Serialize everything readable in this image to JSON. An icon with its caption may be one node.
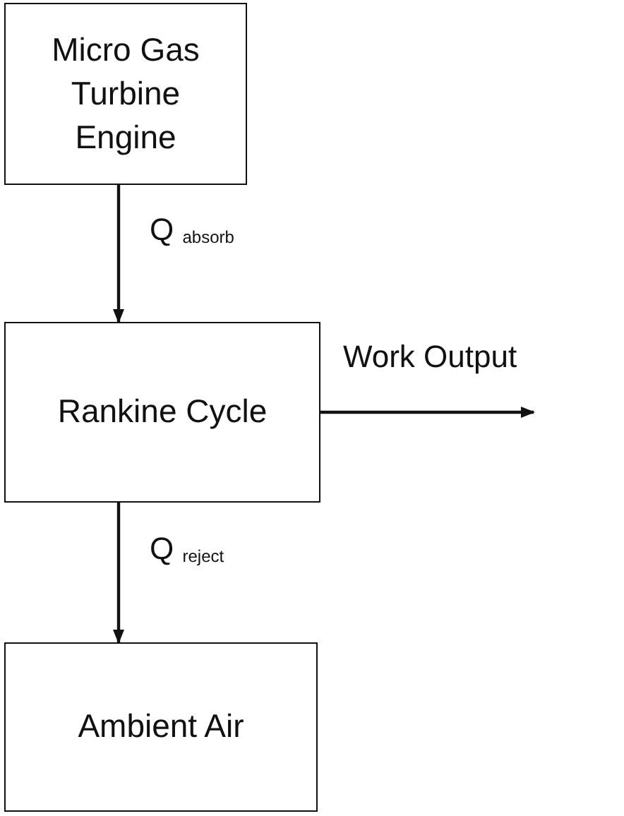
{
  "diagram": {
    "nodes": [
      {
        "text": [
          "Micro Gas Turbine Engine"
        ]
      },
      {
        "text": [
          "Rankine Cycle"
        ]
      },
      {
        "text": [
          "Ambient Air"
        ]
      }
    ],
    "edges": [
      {
        "from": 0,
        "to": 1,
        "arrow": "to",
        "label": "Q $_{absorb}$"
      },
      {
        "from": 1,
        "to": 2,
        "arrow": "to",
        "label": "Q $_{reject}$"
      },
      {
        "from": 1,
        "to": null,
        "arrow": "to",
        "label": "Work Output"
      }
    ]
  }
}
